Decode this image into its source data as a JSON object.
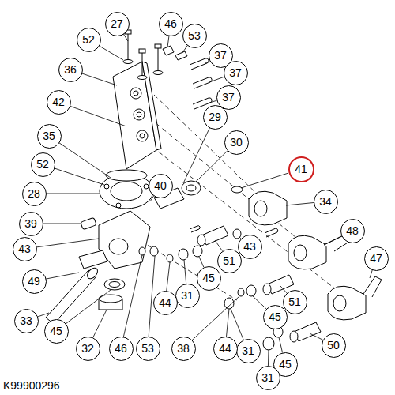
{
  "diagram": {
    "labels": [
      "27",
      "46",
      "52",
      "53",
      "37",
      "36",
      "37",
      "37",
      "42",
      "29",
      "35",
      "30",
      "52",
      "41",
      "40",
      "34",
      "28",
      "39",
      "48",
      "43",
      "43",
      "47",
      "51",
      "49",
      "45",
      "31",
      "44",
      "51",
      "45",
      "33",
      "45",
      "50",
      "31",
      "46",
      "53",
      "32",
      "38",
      "44",
      "45",
      "31",
      "K99900296"
    ]
  }
}
